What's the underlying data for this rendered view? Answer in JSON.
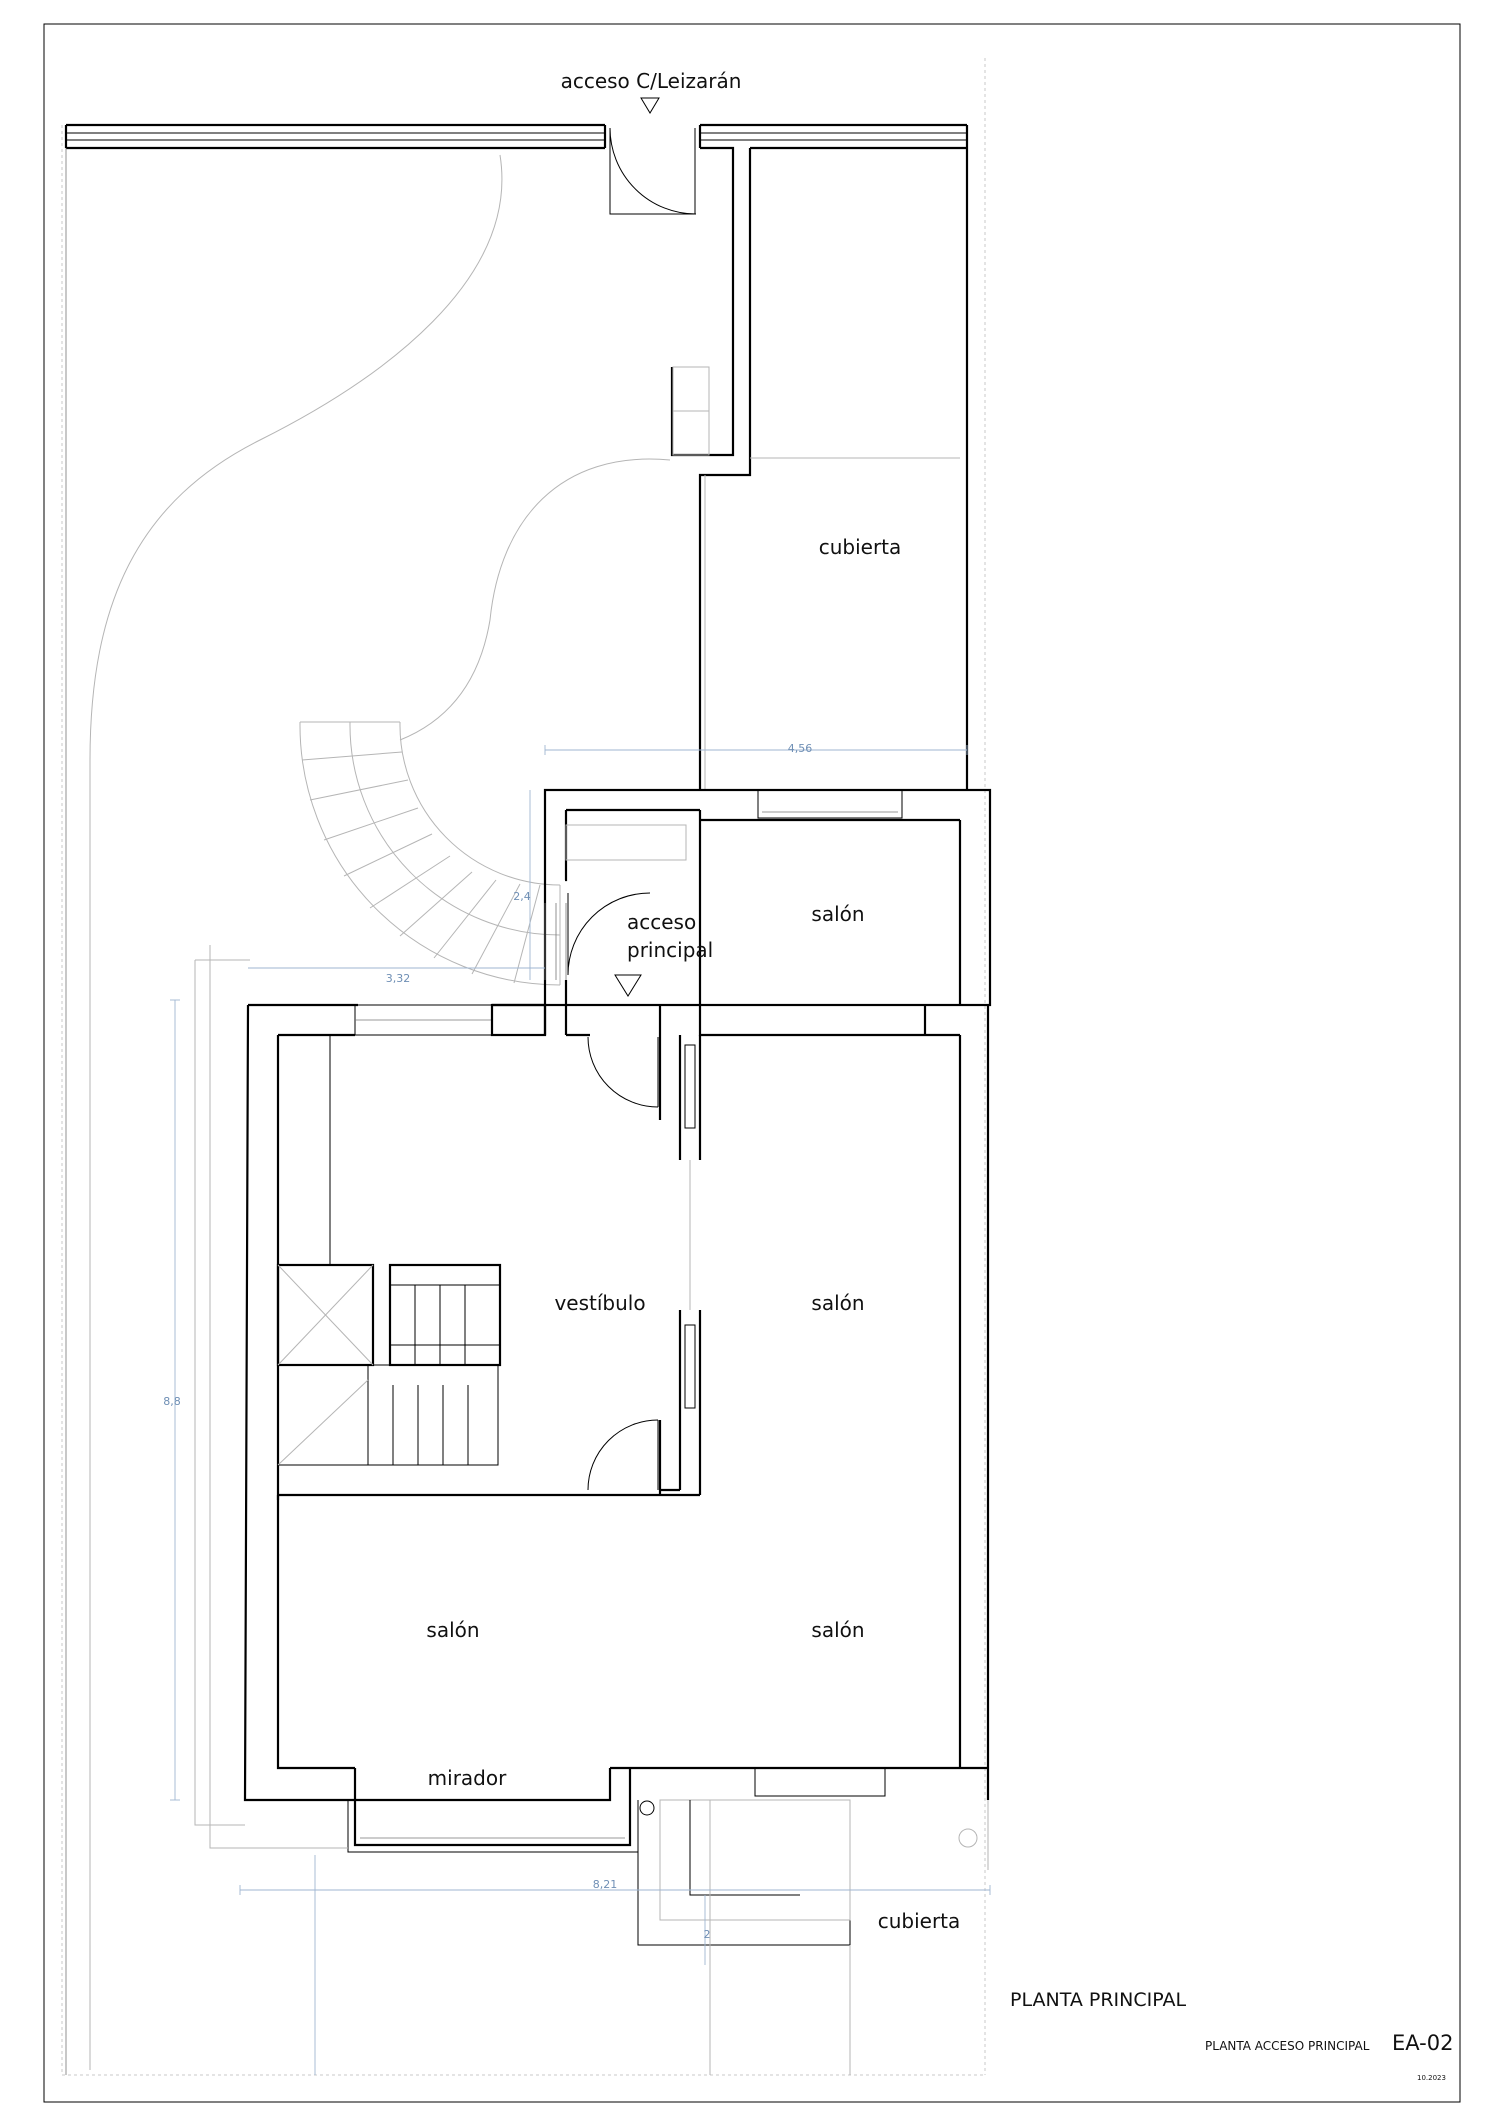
{
  "labels": {
    "street_access": "acceso C/Leizarán",
    "main_access_line1": "acceso",
    "main_access_line2": "principal",
    "roof_top": "cubierta",
    "living_top": "salón",
    "vestibule": "vestíbulo",
    "living_mid": "salón",
    "living_bottom_left": "salón",
    "living_bottom_right": "salón",
    "bay_window": "mirador",
    "roof_bottom": "cubierta"
  },
  "dimensions": {
    "d_456": "4,56",
    "d_24": "2,4",
    "d_332": "3,32",
    "d_88": "8,8",
    "d_821": "8,21",
    "d_2": "2"
  },
  "title_block": {
    "title": "PLANTA  PRINCIPAL",
    "subtitle": "PLANTA ACCESO PRINCIPAL",
    "code": "EA-02",
    "date": "10.2023"
  },
  "colors": {
    "walls": "#000000",
    "dimension_lines": "#9fb6d2",
    "dimension_text": "#6f8fb5",
    "faint_lines": "#b5b5b5"
  }
}
